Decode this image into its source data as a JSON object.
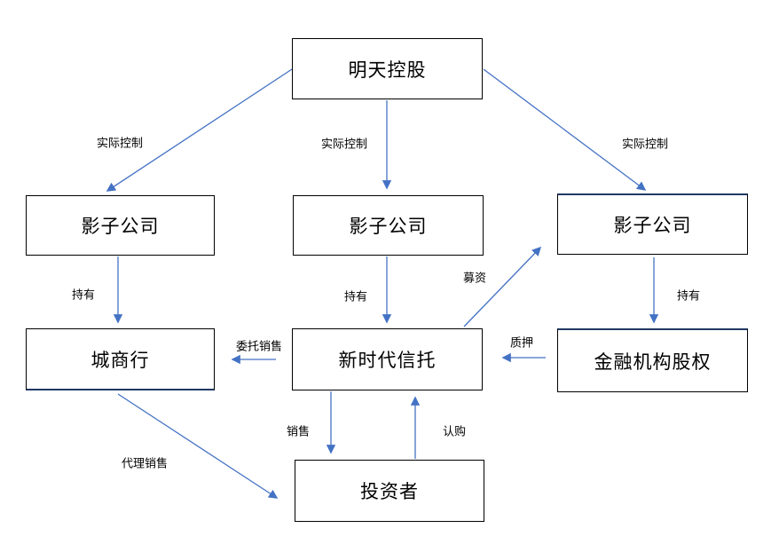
{
  "diagram": {
    "nodes": {
      "mingtian": {
        "label": "明天控股"
      },
      "shadow_left": {
        "label": "影子公司"
      },
      "shadow_mid": {
        "label": "影子公司"
      },
      "shadow_right": {
        "label": "影子公司"
      },
      "bank": {
        "label": "城商行"
      },
      "trust": {
        "label": "新时代信托"
      },
      "equity": {
        "label": "金融机构股权"
      },
      "investor": {
        "label": "投资者"
      }
    },
    "edges": {
      "control_left": {
        "label": "实际控制"
      },
      "control_mid": {
        "label": "实际控制"
      },
      "control_right": {
        "label": "实际控制"
      },
      "hold_left": {
        "label": "持有"
      },
      "hold_mid": {
        "label": "持有"
      },
      "hold_right": {
        "label": "持有"
      },
      "entrusted_sales": {
        "label": "委托销售"
      },
      "pledge": {
        "label": "质押"
      },
      "fundraise": {
        "label": "募资"
      },
      "sell": {
        "label": "销售"
      },
      "subscribe": {
        "label": "认购"
      },
      "agency_sales": {
        "label": "代理销售"
      }
    },
    "colors": {
      "arrow": "#4472C4",
      "node_border": "#000000",
      "accent_edge": "#203864",
      "background": "#FFFFFF"
    }
  }
}
